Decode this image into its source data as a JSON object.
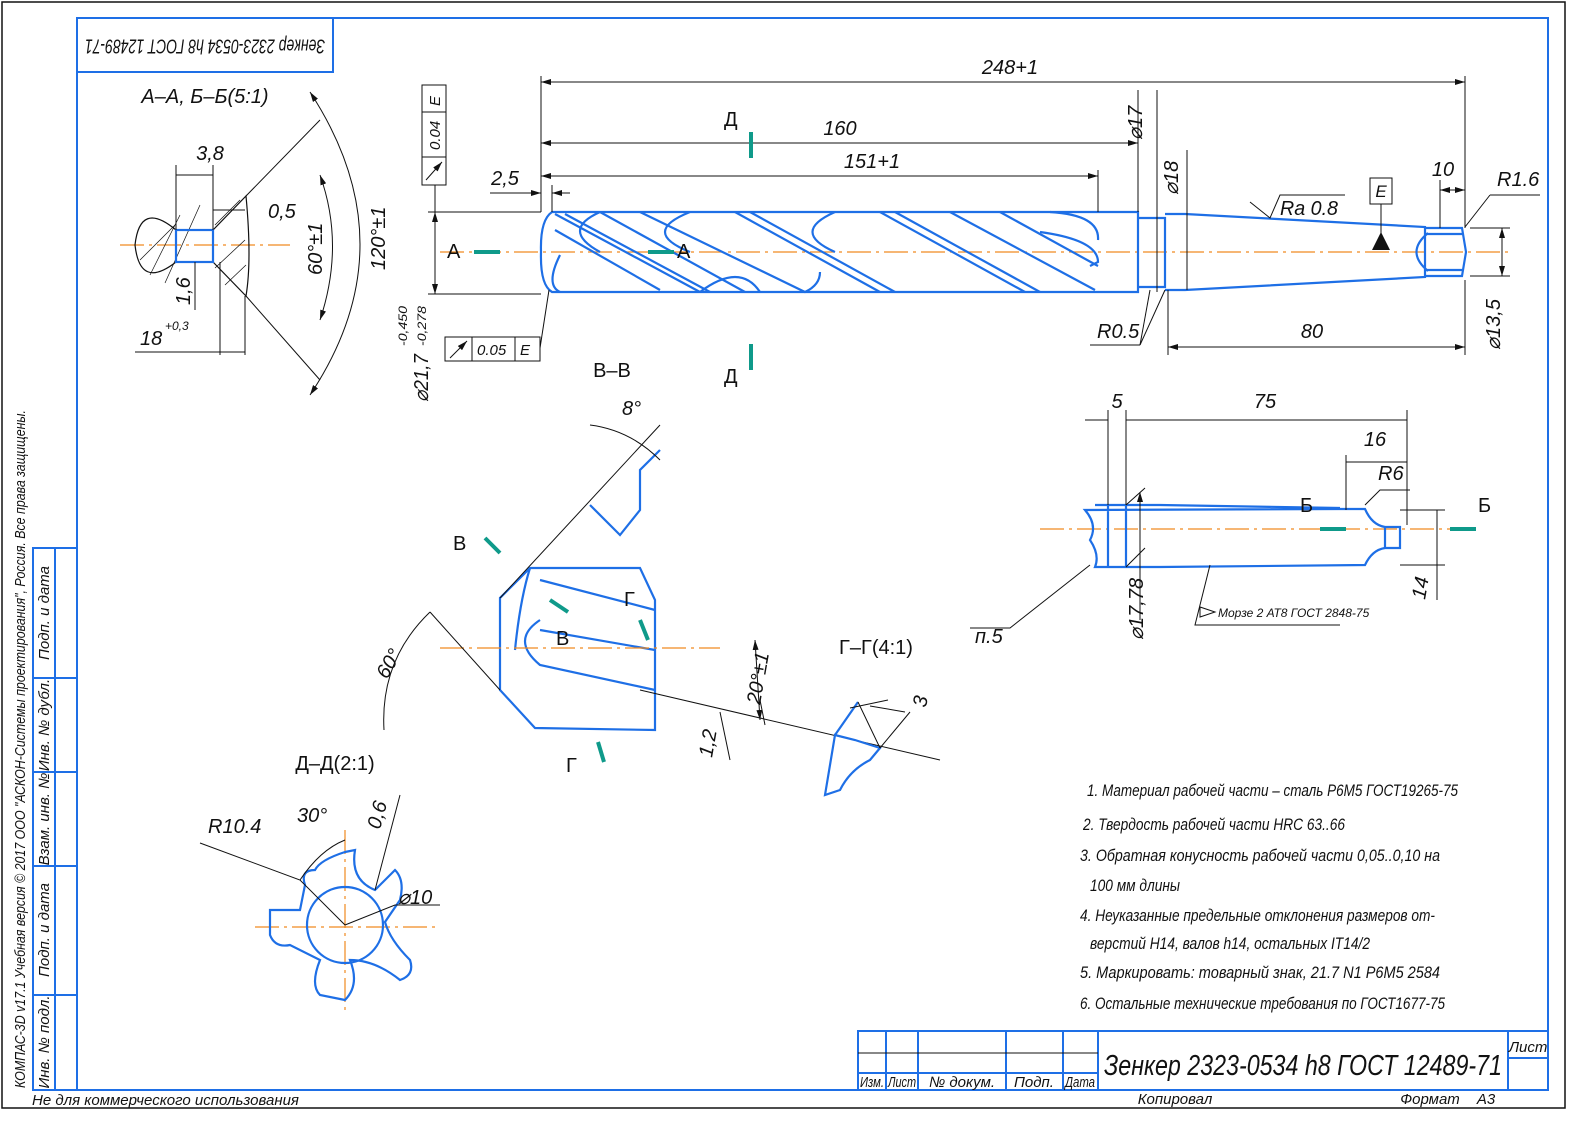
{
  "stamp": {
    "text": "Зенкер 2323-0534 h8 ГОСТ 12489-71"
  },
  "colors": {
    "part": "#1e6fe6",
    "axis": "#f08a20",
    "section_marker": "#0f9a8a"
  },
  "main_view": {
    "dims": {
      "overall": "248+1",
      "body": "160",
      "flute": "151+1",
      "chamfer": "2,5",
      "d17": "⌀17",
      "d18": "⌀18",
      "tang": "10",
      "r16": "R1.6",
      "ra": "Ra 0.8",
      "datum": "E",
      "r05": "R0.5",
      "shank": "80",
      "d135": "⌀13,5",
      "d217": "⌀21,7",
      "d217_upper": "-0,450",
      "d217_lower": "-0,278"
    },
    "tolerance_1": {
      "value": "0.04",
      "datum": "E"
    },
    "tolerance_2": {
      "value": "0.05",
      "datum": "E"
    },
    "markers": {
      "a": "А",
      "d": "Д"
    },
    "section_vv_title": "В–В"
  },
  "section_aa": {
    "title": "А–А, Б–Б(5:1)",
    "dims": {
      "w": "3,8",
      "c": "0,5",
      "a60": "60°±1",
      "a120": "120°±1",
      "h": "1,6",
      "d": "18",
      "d_tol": "+0,3"
    }
  },
  "section_vv": {
    "dims": {
      "a8": "8°",
      "a60": "60°",
      "a20": "20°±1",
      "l12": "1,2"
    },
    "markers": {
      "v": "В",
      "g": "Г"
    }
  },
  "section_gg": {
    "title": "Г–Г(4:1)",
    "dim": "3"
  },
  "section_dd": {
    "title": "Д–Д(2:1)",
    "dims": {
      "r": "R10.4",
      "a": "30°",
      "w": "0,6",
      "d": "⌀10"
    }
  },
  "shank_view": {
    "dims": {
      "l5": "5",
      "l75": "75",
      "l16": "16",
      "r6": "R6",
      "d": "⌀17,78",
      "h14": "14"
    },
    "markers": {
      "b": "Б"
    },
    "note_ref": "п.5",
    "taper": "Морзе 2 АТ8 ГОСТ 2848-75"
  },
  "notes": [
    "1. Материал рабочей части – сталь Р6М5 ГОСТ19265-75",
    "2. Твердость рабочей части HRC 63..66",
    "3. Обратная конусность рабочей части 0,05..0,10 на",
    "100 мм длины",
    "4. Неуказанные предельные отклонения размеров от-",
    "верстий H14, валов h14, остальных IT14/2",
    "5. Маркировать: товарный знак, 21.7 N1 Р6М5 2584",
    "6. Остальные технические требования по ГОСТ1677-75"
  ],
  "title_block": {
    "title": "Зенкер 2323-0534 h8 ГОСТ 12489-71",
    "cols": [
      "Изм.",
      "Лист",
      "№ докум.",
      "Подп.",
      "Дата"
    ],
    "sheet": "Лист",
    "copied": "Копировал",
    "format_label": "Формат",
    "format": "А3"
  },
  "side_strip": {
    "cells": [
      "Инв. № подл.",
      "Подп. и дата",
      "Взам. инв. №",
      "Инв. № дубл.",
      "Подп. и дата"
    ],
    "copyright": "КОМПАС-3D v17.1 Учебная версия © 2017 ООО \"АСКОН-Системы проектирования\", Россия. Все права защищены."
  },
  "footer": {
    "noncommercial": "Не для коммерческого использования"
  }
}
